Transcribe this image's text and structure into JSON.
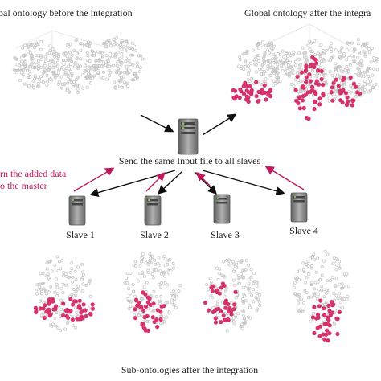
{
  "labels": {
    "title_before": "bal ontology before the integration",
    "title_after": "Global ontology after the integra",
    "send_text": "Send the same Input file to all slaves",
    "return_line1": "rn the added data",
    "return_line2": "o the master",
    "bottom_text": "Sub-ontologies after the integration"
  },
  "slaves": [
    {
      "label": "Slave 1"
    },
    {
      "label": "Slave 2"
    },
    {
      "label": "Slave 3"
    },
    {
      "label": "Slave 4"
    }
  ],
  "colors": {
    "node_gray": "#c8c8c8",
    "node_pink": "#d6336c",
    "arrow_red": "#c2185b",
    "arrow_black": "#111111",
    "server_body": "#8a8a8a",
    "server_light": "#7ccf4e"
  },
  "icons": {
    "master": "server-icon",
    "slave": "server-icon"
  }
}
